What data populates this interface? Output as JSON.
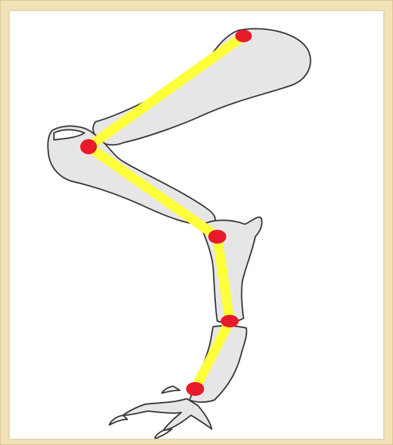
{
  "figure": {
    "frame_color": "#f1e2b8",
    "panel_color": "#ffffff",
    "bone_fill": "#e6e6e6",
    "bone_stroke": "#3a3a3a",
    "axis_color": "#ffff3a",
    "joint_color": "#e8192a",
    "segments": [
      "humerus-axis",
      "radius-ulna-axis",
      "metacarpal-axis",
      "phalanx-axis"
    ],
    "joints": [
      "shoulder-joint",
      "elbow-joint",
      "carpal-joint",
      "fetlock-joint",
      "toe-joint"
    ]
  }
}
